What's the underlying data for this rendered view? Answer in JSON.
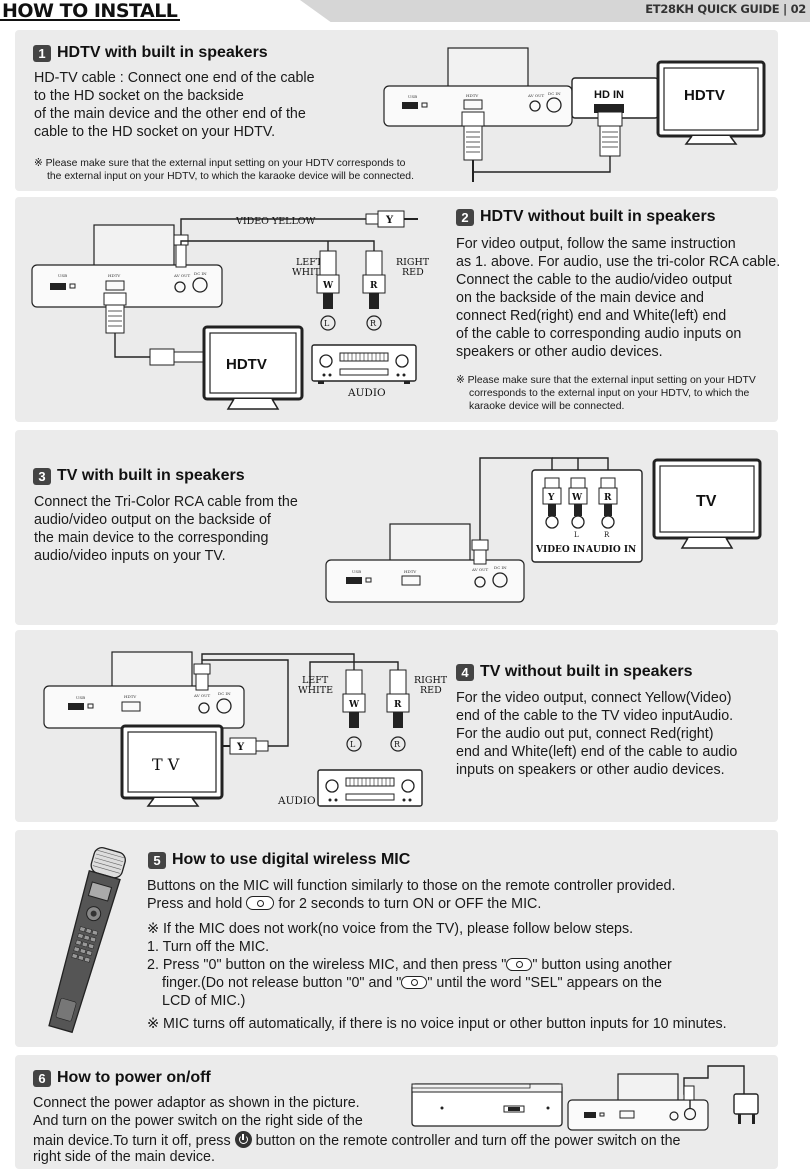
{
  "header": {
    "title": "HOW TO INSTALL",
    "guide": "ET28KH QUICK GUIDE | 02"
  },
  "s1": {
    "num": "1",
    "title": "HDTV with built in speakers",
    "lines": [
      "HD-TV cable : Connect one end of the cable",
      "to the HD socket on the backside",
      "of the main device and the other end of the",
      "cable to the HD socket on your HDTV."
    ],
    "note": [
      "※  Please make sure that the external input setting on your HDTV corresponds to",
      "the external input on your HDTV, to which the karaoke device will be connected."
    ],
    "hd_in": "HD IN",
    "tv": "HDTV"
  },
  "s2": {
    "num": "2",
    "title": "HDTV without built in speakers",
    "lines": [
      "For video output, follow the same instruction",
      "as 1. above. For audio, use the tri-color RCA cable.",
      "Connect the cable to the audio/video output",
      "on the backside of the main device and",
      "connect Red(right) end and White(left) end",
      "of the cable to corresponding audio inputs on",
      "speakers or other audio devices."
    ],
    "note": [
      "※  Please make sure that the external input setting on your HDTV",
      "corresponds to the external input on your HDTV, to which the",
      "karaoke device will be connected."
    ],
    "video_yellow": "VIDEO YELLOW",
    "left1": "LEFT",
    "left2": "WHITE",
    "right1": "RIGHT",
    "right2": "RED",
    "tv": "HDTV",
    "audio": "AUDIO"
  },
  "s3": {
    "num": "3",
    "title": "TV with built in speakers",
    "lines": [
      "Connect the Tri-Color RCA cable from the",
      "audio/video output on the backside of",
      "the main device to the corresponding",
      "audio/video inputs on your TV."
    ],
    "video_in": "VIDEO IN",
    "audio_in": "AUDIO IN",
    "tv": "TV"
  },
  "s4": {
    "num": "4",
    "title": "TV without built in speakers",
    "lines": [
      "For the video output, connect Yellow(Video)",
      "end of the cable to the TV video inputAudio.",
      "For the audio out put, connect Red(right)",
      "end and White(left) end of the cable to audio",
      "inputs on speakers or other audio devices."
    ],
    "left1": "LEFT",
    "left2": "WHITE",
    "right1": "RIGHT",
    "right2": "RED",
    "tv": "T V",
    "audio": "AUDIO"
  },
  "s5": {
    "num": "5",
    "title": "How to use digital wireless MIC",
    "line1": "Buttons on the MIC will function similarly to those on the remote controller provided.",
    "line2a": "Press and hold",
    "line2b": "for 2 seconds to turn ON or OFF the MIC.",
    "line3": "※  If the MIC does not work(no voice from the TV), please follow below steps.",
    "line4": "1. Turn off the MIC.",
    "line5a": "2. Press \"0\" button on the wireless MIC, and then press \"",
    "line5b": "\" button using another",
    "line6a": "finger.(Do not release button \"0\" and \"",
    "line6b": "\" until the word \"SEL\" appears on the",
    "line7": "LCD of MIC.)",
    "line8": "※  MIC turns off automatically, if there is no voice input or other button inputs for 10 minutes."
  },
  "s6": {
    "num": "6",
    "title": "How to power on/off",
    "line1": "Connect the power adaptor as shown in the picture.",
    "line2": "And turn on the power switch on the right side of the",
    "line3a": "main device.To turn it off, press",
    "line3b": "button on the remote controller and turn off the power switch on the",
    "line4": "right side of the main device."
  },
  "device": {
    "usb": "USB",
    "hdtv": "HDTV",
    "avout": "AV OUT",
    "dcin": "DC IN"
  },
  "plugs": {
    "y": "Y",
    "w": "W",
    "r": "R",
    "l": "L",
    "rr": "R"
  }
}
